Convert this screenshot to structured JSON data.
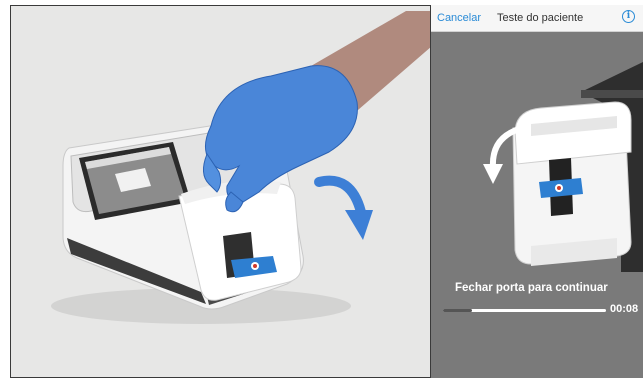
{
  "screen": {
    "header": {
      "cancel_label": "Cancelar",
      "title": "Teste do paciente",
      "info_icon": "info-icon",
      "info_glyph": "i"
    },
    "status_message": "Fechar porta para continuar",
    "timer": "00:08",
    "progress_fraction": 0.18
  },
  "colors": {
    "accent": "#2a8bd6",
    "glove": "#4a86d8",
    "arrow": "#3d7fd6",
    "screen_background": "#7a7a7a"
  },
  "icons": {
    "close_door_arrow": "curved-arrow-down-icon",
    "screen_arrow": "curved-arrow-down-left-icon"
  }
}
